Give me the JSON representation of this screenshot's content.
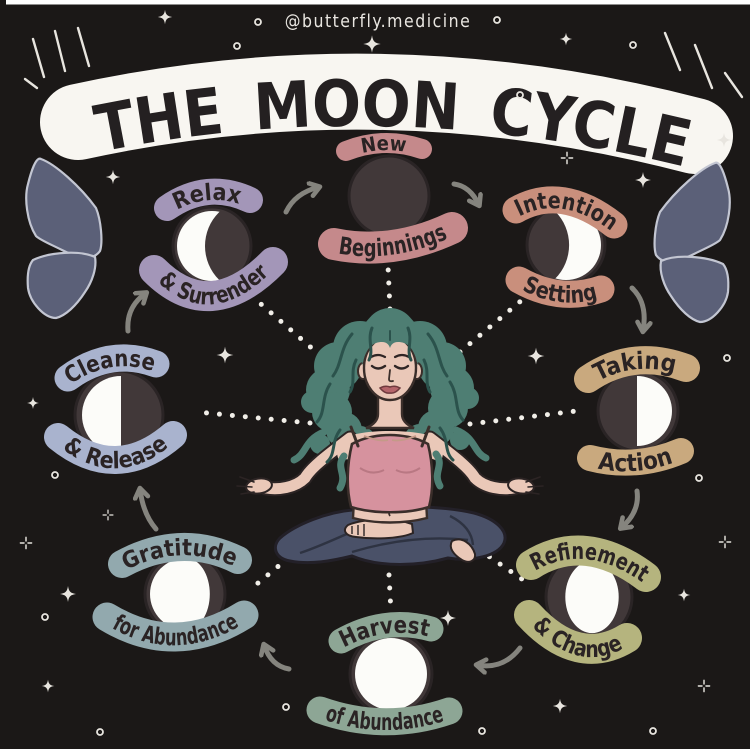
{
  "page": {
    "background_color": "#1b1817",
    "top_edge_strip_color": "#ffffff"
  },
  "header": {
    "handle": "@butterfly.medicine",
    "handle_color": "#e9e6e1",
    "title": "THE MOON CYCLE",
    "title_color": "#242021",
    "banner_color": "#f8f6f1"
  },
  "diagram": {
    "cycle_direction": "clockwise",
    "arrow_color": "#85847e",
    "ray_color": "#f1eee8",
    "label_color": "#2a2324"
  },
  "moons": {
    "dark_color": "#413839",
    "light_color": "#fcfcf9",
    "ring_color": "#2a2425"
  },
  "sky": {
    "sparkle_color": "#e8e5df"
  },
  "butterfly": {
    "wing_color": "#5b6078",
    "wing_outline_color": "#c3c6d2"
  },
  "figure": {
    "description": "woman meditating in lotus pose",
    "hair_color": "#4e7e73",
    "hair_line_color": "#2b524c",
    "skin_color": "#eac8b8",
    "top_color": "#d6929e",
    "pants_color": "#4a5168",
    "lip_color": "#b4646a"
  },
  "phases": [
    {
      "id": "new-moon",
      "top_label": "New",
      "bottom_label": "Beginnings",
      "banner_color": "#c5898b",
      "moon_phase": "new"
    },
    {
      "id": "intention-setting",
      "top_label": "Intention",
      "bottom_label": "Setting",
      "banner_color": "#c98f7c",
      "moon_phase": "waxing-crescent"
    },
    {
      "id": "taking-action",
      "top_label": "Taking",
      "bottom_label": "Action",
      "banner_color": "#c9a97e",
      "moon_phase": "first-quarter"
    },
    {
      "id": "refinement-change",
      "top_label": "Refinement",
      "bottom_label": "& Change",
      "banner_color": "#b5b47e",
      "moon_phase": "waxing-gibbous"
    },
    {
      "id": "harvest-abundance",
      "top_label": "Harvest",
      "bottom_label": "of Abundance",
      "banner_color": "#8da695",
      "moon_phase": "full"
    },
    {
      "id": "gratitude-abundance",
      "top_label": "Gratitude",
      "bottom_label": "for Abundance",
      "banner_color": "#92a9ae",
      "moon_phase": "waning-gibbous"
    },
    {
      "id": "cleanse-release",
      "top_label": "Cleanse",
      "bottom_label": "& Release",
      "banner_color": "#a9b3ce",
      "moon_phase": "last-quarter"
    },
    {
      "id": "relax-surrender",
      "top_label": "Relax",
      "bottom_label": "& Surrender",
      "banner_color": "#a396b8",
      "moon_phase": "waning-crescent"
    }
  ]
}
